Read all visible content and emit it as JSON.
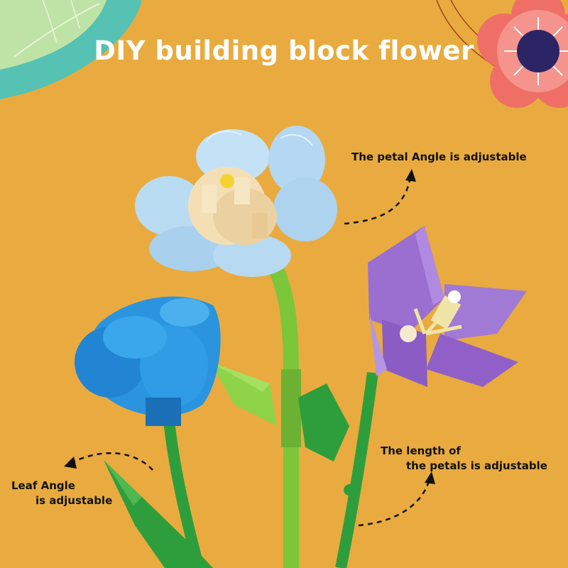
{
  "title": "DIY building block flower",
  "callouts": {
    "petal_angle": "The petal Angle is adjustable",
    "petal_length": [
      "The length of",
      "the petals is adjustable"
    ],
    "leaf_angle": [
      "Leaf Angle",
      "is adjustable"
    ]
  },
  "colors": {
    "background": "#e9ab3f",
    "title": "#ffffff",
    "text": "#111111",
    "light_blue_flower": "#b9dcf3",
    "blue_tulip": "#2a94de",
    "purple_flower": "#a17ad6",
    "stem_green": "#7cc63a",
    "leaf_green": "#2e9e3c",
    "corner_flower": "#ef6f66"
  }
}
